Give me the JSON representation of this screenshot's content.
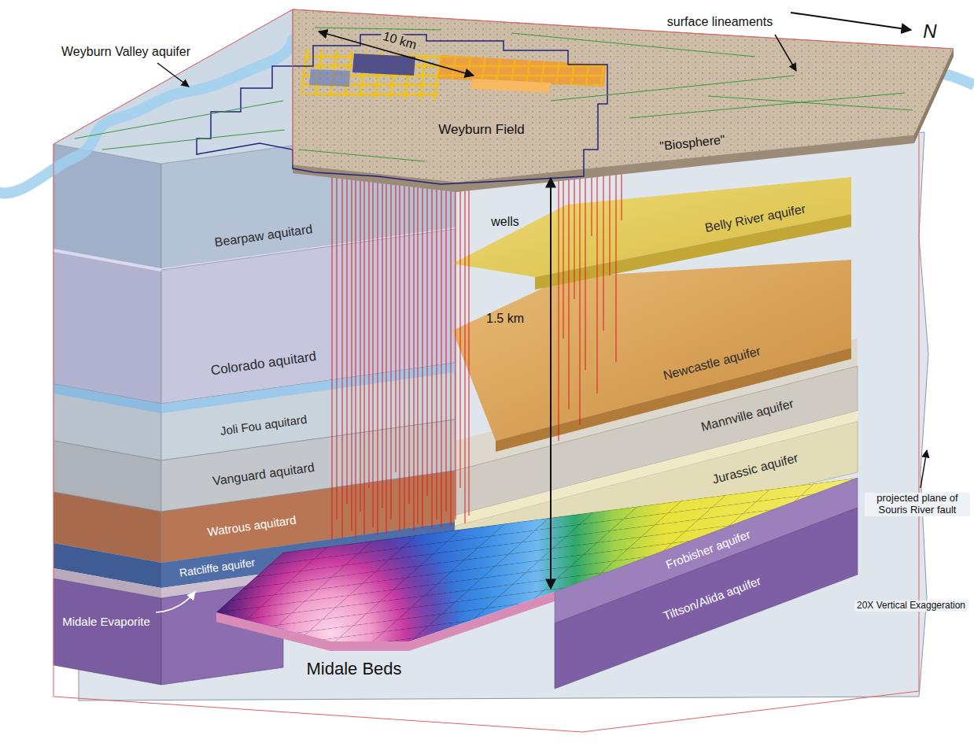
{
  "diagram": {
    "labels": [
      "10 km",
      "surface lineaments",
      "N",
      "Weyburn Valley aquifer",
      "Weyburn Field",
      "\"Biosphere\"",
      "wells",
      "Bearpaw aquitard",
      "Belly River aquifer",
      "1.5 km",
      "Colorado aquitard",
      "Newcastle aquifer",
      "Joli Fou aquitard",
      "Mannville aquifer",
      "Vanguard aquitard",
      "Jurassic aquifer",
      "Watrous aquitard",
      "Ratcliffe aquifer",
      "Frobisher aquifer",
      "Midale Evaporite",
      "Tiltson/Alida aquifer",
      "projected plane of Souris River fault",
      "20X Vertical Exaggeration",
      "Midale Beds"
    ]
  }
}
